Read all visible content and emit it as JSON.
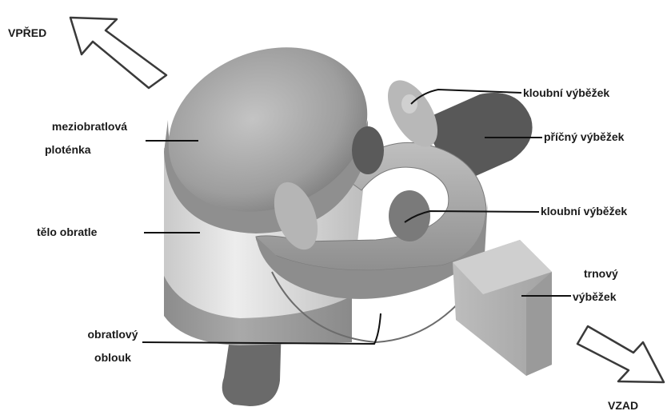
{
  "directions": {
    "front": "VPŘED",
    "back": "VZAD"
  },
  "labels": {
    "intervertebral_disc_line1": "meziobratlová",
    "intervertebral_disc_line2": "ploténka",
    "vertebral_body": "tělo obratle",
    "vertebral_arch_line1": "obratlový",
    "vertebral_arch_line2": "oblouk",
    "articular_process_upper": "kloubní výběžek",
    "transverse_process": "příčný výběžek",
    "articular_process_lower": "kloubní výběžek",
    "spinous_process_line1": "trnový",
    "spinous_process_line2": "výběžek"
  }
}
